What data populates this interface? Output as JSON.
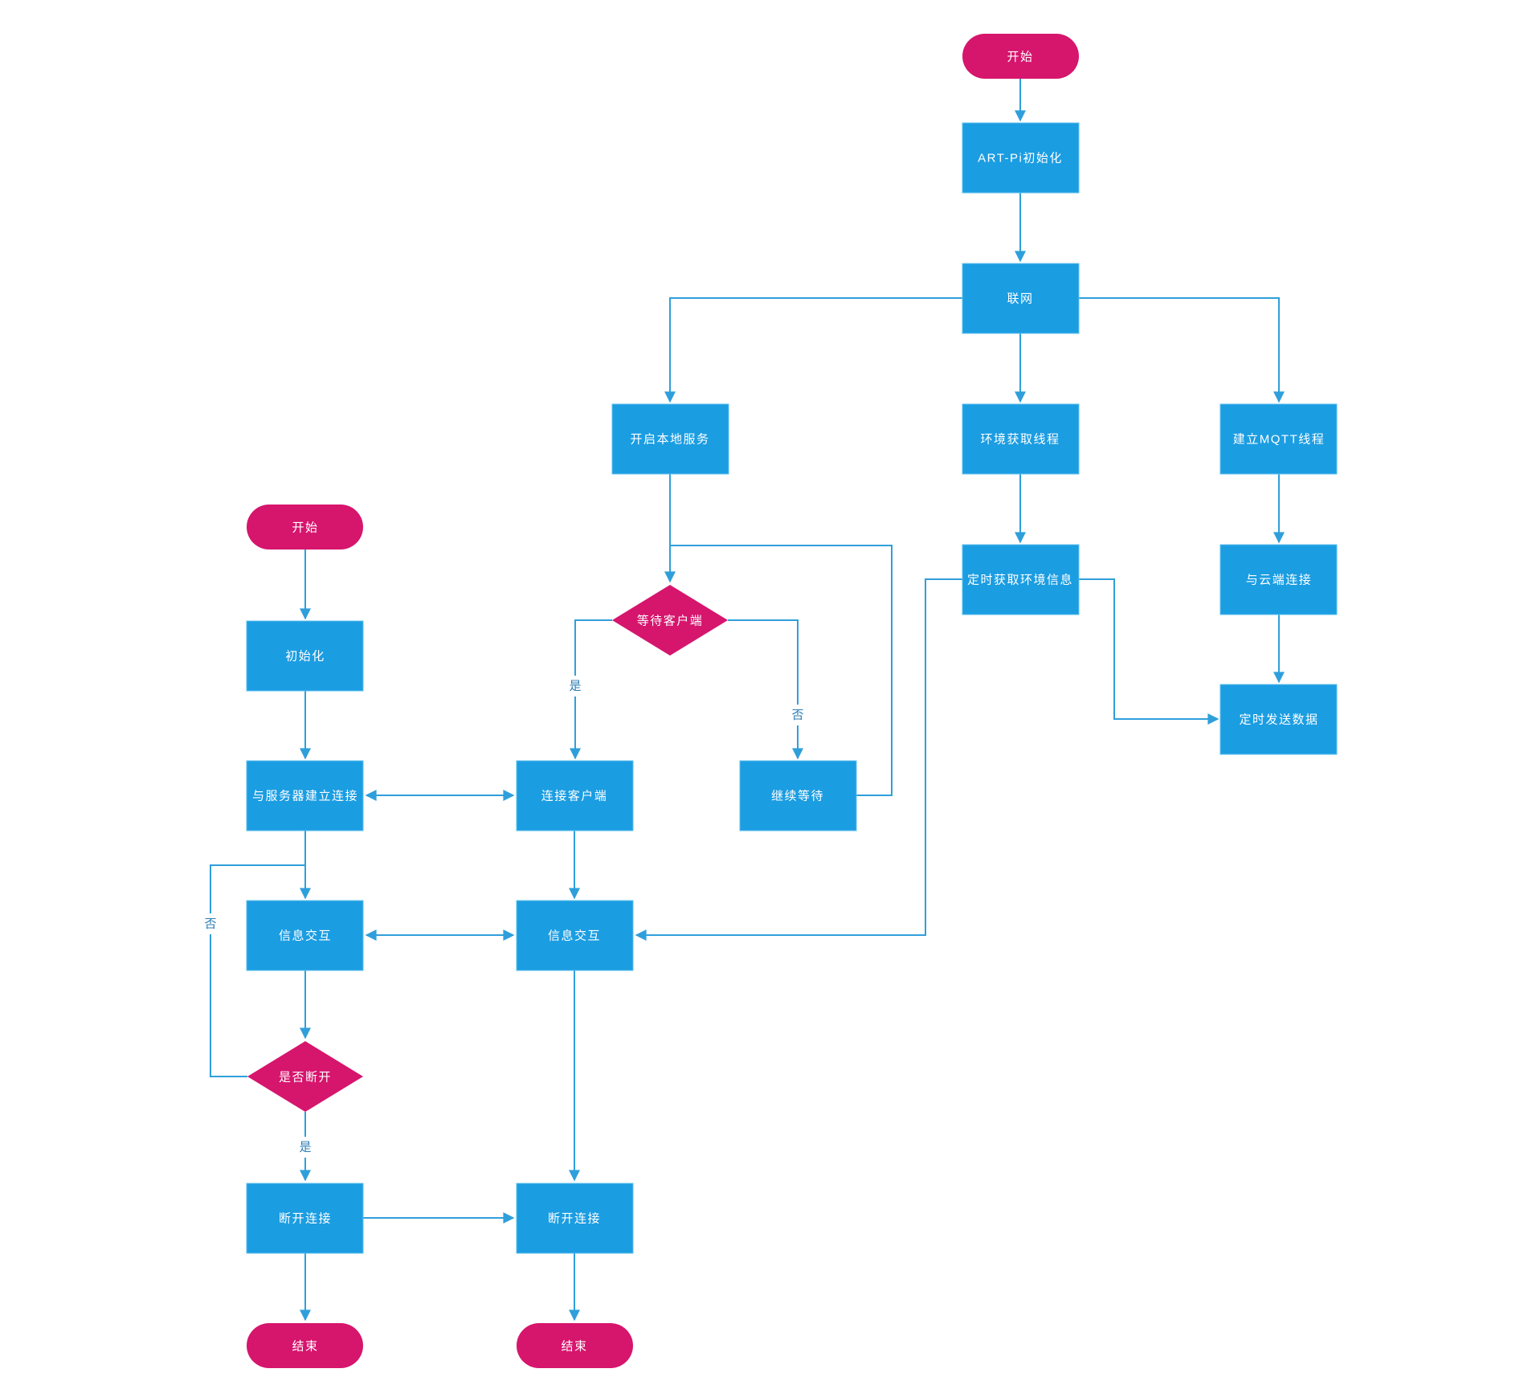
{
  "diagram": {
    "type": "flowchart",
    "background": "#ffffff",
    "colors": {
      "node_blue": "#1b9de2",
      "node_blue_border": "#5fc0ee",
      "node_pink": "#d6156d",
      "node_text": "#ffffff",
      "line": "#2f9fdb",
      "edge_label_text": "#2b7cb3"
    },
    "nodes": {
      "start_right": {
        "type": "terminator",
        "label": "开始"
      },
      "artpi_init": {
        "type": "process",
        "label": "ART-Pi初始化"
      },
      "network": {
        "type": "process",
        "label": "联网"
      },
      "open_local_service": {
        "type": "process",
        "label": "开启本地服务"
      },
      "env_thread": {
        "type": "process",
        "label": "环境获取线程"
      },
      "mqtt_thread": {
        "type": "process",
        "label": "建立MQTT线程"
      },
      "timed_get_env": {
        "type": "process",
        "label": "定时获取环境信息"
      },
      "cloud_connect": {
        "type": "process",
        "label": "与云端连接"
      },
      "timed_send": {
        "type": "process",
        "label": "定时发送数据"
      },
      "wait_client": {
        "type": "decision",
        "label": "等待客户端"
      },
      "connect_client": {
        "type": "process",
        "label": "连接客户端"
      },
      "keep_waiting": {
        "type": "process",
        "label": "继续等待"
      },
      "start_left": {
        "type": "terminator",
        "label": "开始"
      },
      "init": {
        "type": "process",
        "label": "初始化"
      },
      "server_connect": {
        "type": "process",
        "label": "与服务器建立连接"
      },
      "info_exchange_left": {
        "type": "process",
        "label": "信息交互"
      },
      "info_exchange_mid": {
        "type": "process",
        "label": "信息交互"
      },
      "disconnect_decision": {
        "type": "decision",
        "label": "是否断开"
      },
      "disconnect_left": {
        "type": "process",
        "label": "断开连接"
      },
      "disconnect_mid": {
        "type": "process",
        "label": "断开连接"
      },
      "end_left": {
        "type": "terminator",
        "label": "结束"
      },
      "end_mid": {
        "type": "terminator",
        "label": "结束"
      }
    },
    "edge_labels": {
      "wait_client_yes": "是",
      "wait_client_no": "否",
      "disconnect_no": "否",
      "disconnect_yes": "是"
    }
  }
}
